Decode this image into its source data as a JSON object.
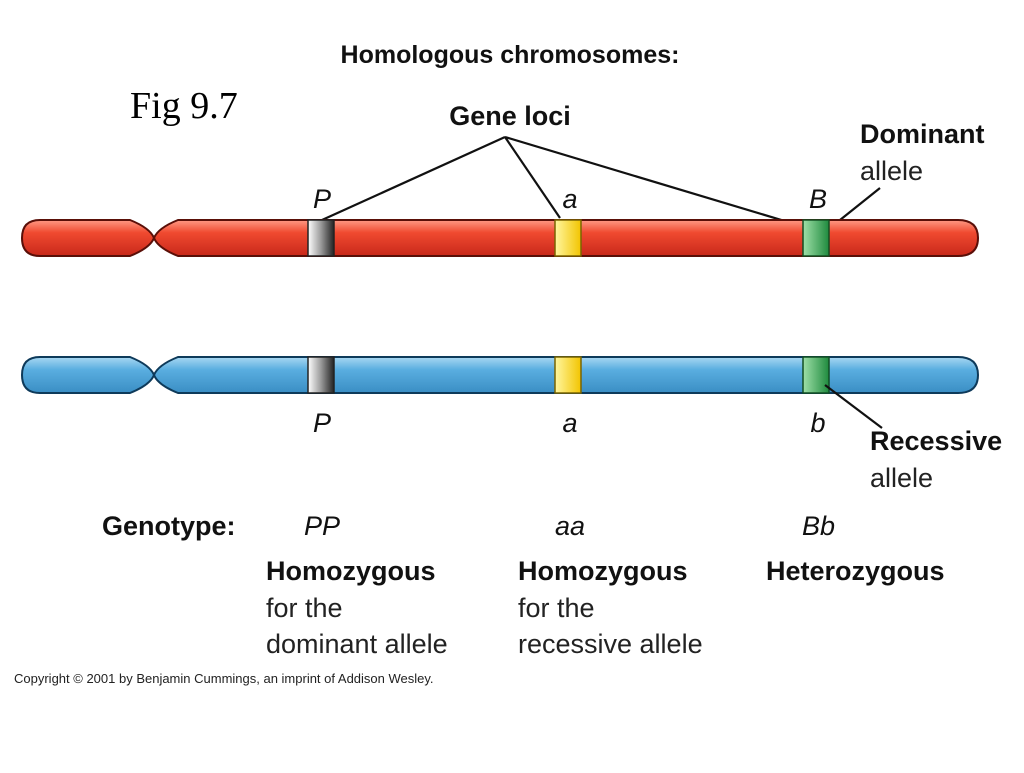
{
  "figure": {
    "title": "Homologous chromosomes:",
    "fig_label": "Fig 9.7",
    "gene_loci_label": "Gene loci",
    "dominant_label": {
      "line1": "Dominant",
      "line2": "allele"
    },
    "recessive_label": {
      "line1": "Recessive",
      "line2": "allele"
    },
    "top_alleles": [
      "P",
      "a",
      "B"
    ],
    "bottom_alleles": [
      "P",
      "a",
      "b"
    ],
    "genotype_label": "Genotype:",
    "genotypes": [
      {
        "code": "PP",
        "name": "Homozygous",
        "line2": "for the",
        "line3": "dominant allele"
      },
      {
        "code": "aa",
        "name": "Homozygous",
        "line2": "for the",
        "line3": "recessive allele"
      },
      {
        "code": "Bb",
        "name": "Heterozygous",
        "line2": "",
        "line3": ""
      }
    ],
    "copyright": "Copyright © 2001 by Benjamin Cummings, an imprint of Addison Wesley."
  },
  "colors": {
    "top_chromosome": "#ef3e2a",
    "bottom_chromosome": "#5aaee0",
    "locus_P": "#555555",
    "locus_a": "#f5d21a",
    "locus_B": "#2f9a4a"
  }
}
